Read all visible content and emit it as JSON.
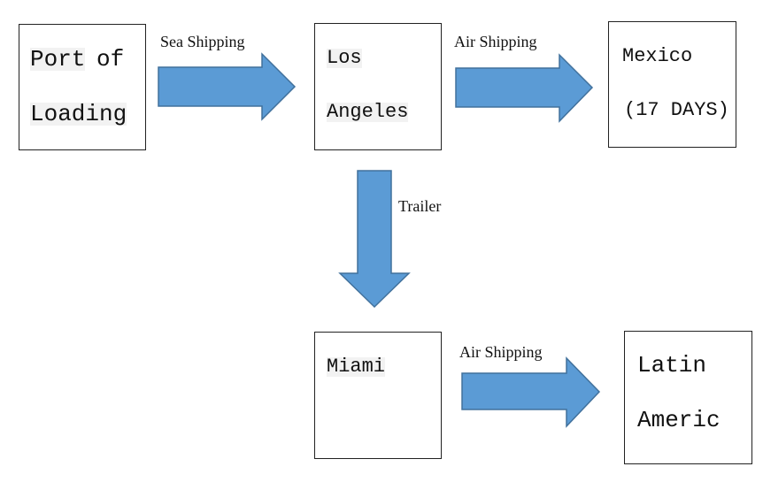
{
  "nodes": {
    "port": {
      "line1": "Port",
      "line2": "of",
      "line3": "Loading"
    },
    "la": {
      "line1": "Los",
      "line2": "Angeles"
    },
    "mexico": {
      "line1": "Mexico",
      "line2": "(17 DAYS)"
    },
    "miami": {
      "line1": "Miami"
    },
    "latin": {
      "line1": "Latin",
      "line2": "Americ"
    }
  },
  "edges": {
    "sea": "Sea Shipping",
    "air_mexico": "Air Shipping",
    "trailer": "Trailer",
    "air_latin": "Air Shipping"
  },
  "colors": {
    "arrow_fill": "#5b9bd5",
    "arrow_stroke": "#41719c",
    "box_border": "#222222"
  }
}
